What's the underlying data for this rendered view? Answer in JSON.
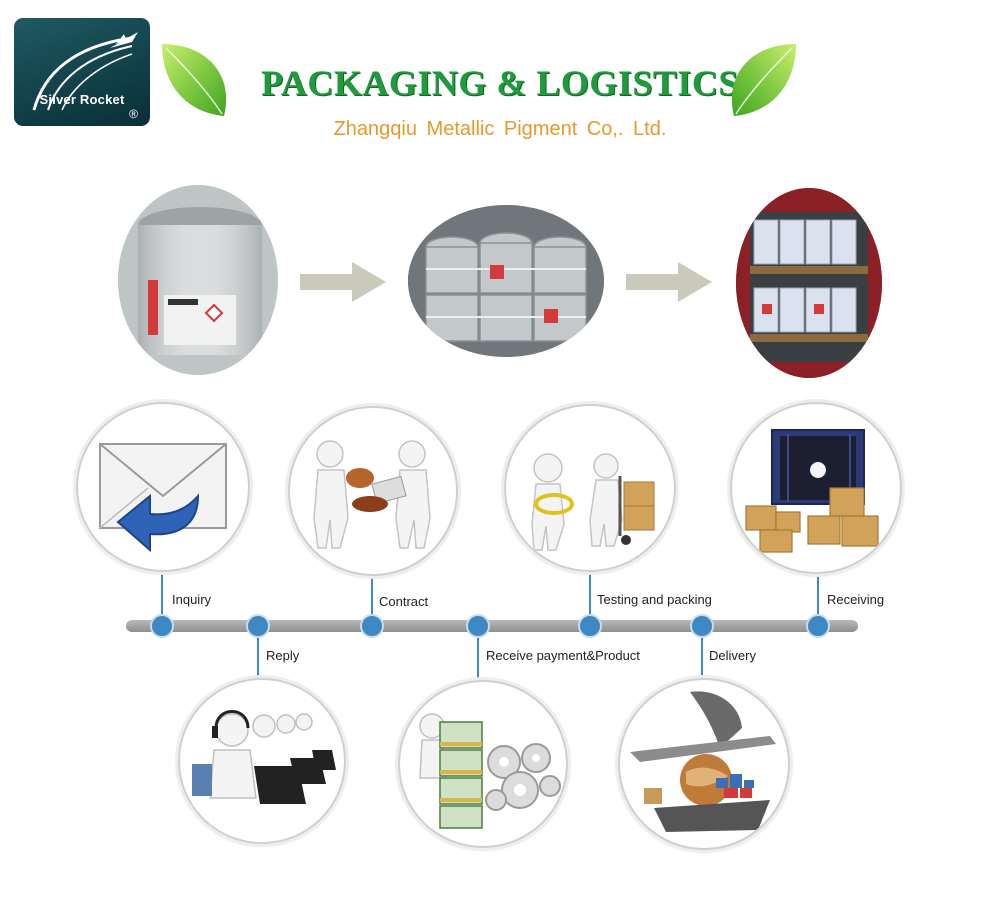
{
  "logo": {
    "text": "Silver Rocket",
    "reg": "®",
    "icon": "rocket-icon"
  },
  "header": {
    "title": "PACKAGING & LOGISTICS",
    "subtitle": "Zhangqiu Metallic Pigment Co,. Ltd.",
    "title_color": "#1f9a3c",
    "subtitle_color": "#e59a2a"
  },
  "packaging_photos": [
    {
      "name": "single-pail"
    },
    {
      "name": "pallet-of-pails"
    },
    {
      "name": "loaded-container"
    }
  ],
  "timeline": {
    "accent": "#3e88c4",
    "steps": [
      {
        "label": "Inquiry",
        "icon": "envelope-reply-icon"
      },
      {
        "label": "Reply",
        "icon": "call-center-icon"
      },
      {
        "label": "Contract",
        "icon": "contract-handshake-icon"
      },
      {
        "label": "Receive payment&Product",
        "icon": "money-gears-icon"
      },
      {
        "label": "Testing and packing",
        "icon": "inspect-boxes-icon"
      },
      {
        "label": "Delivery",
        "icon": "plane-ship-globe-icon"
      },
      {
        "label": "Receiving",
        "icon": "container-boxes-icon"
      }
    ]
  }
}
